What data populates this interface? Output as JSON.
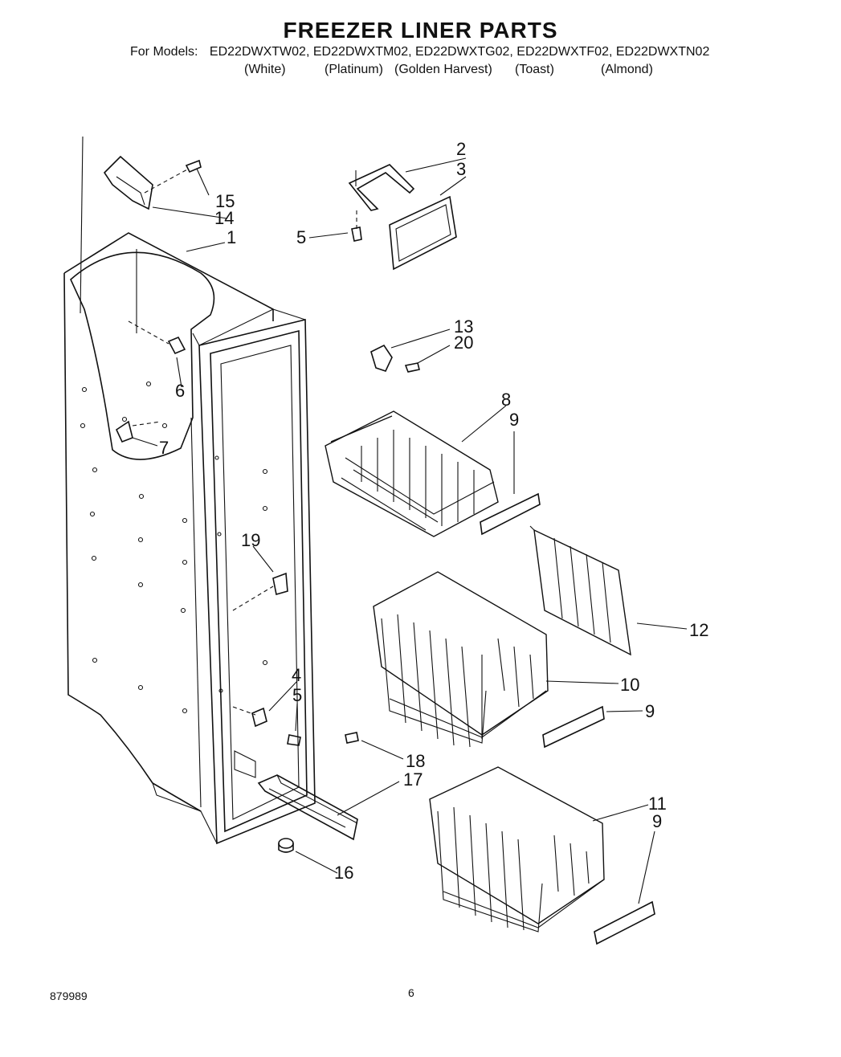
{
  "page": {
    "title": "FREEZER LINER PARTS",
    "models_label": "For Models:",
    "models": [
      {
        "code": "ED22DWXTW02,",
        "color": "(White)"
      },
      {
        "code": "ED22DWXTM02,",
        "color": "(Platinum)"
      },
      {
        "code": "ED22DWXTG02,",
        "color": "(Golden Harvest)"
      },
      {
        "code": "ED22DWXTF02,",
        "color": "(Toast)"
      },
      {
        "code": "ED22DWXTN02",
        "color": "(Almond)"
      }
    ],
    "doc_number": "879989",
    "page_number": "6"
  },
  "callouts": [
    "1",
    "2",
    "3",
    "4",
    "5",
    "5",
    "6",
    "7",
    "8",
    "9",
    "9",
    "9",
    "10",
    "11",
    "12",
    "13",
    "14",
    "15",
    "16",
    "17",
    "18",
    "19",
    "20"
  ]
}
